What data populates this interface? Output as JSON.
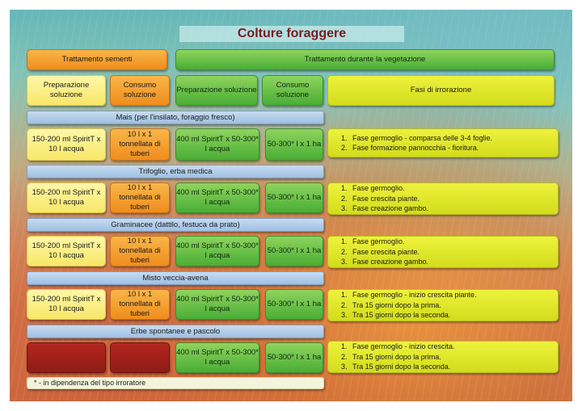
{
  "title": "Colture foraggere",
  "headers": {
    "seed_treatment": "Trattamento sementi",
    "vegetation_treatment": "Trattamento durante la vegetazione",
    "prep_solution_1": "Preparazione soluzione",
    "consumption_1": "Consumo soluzione",
    "prep_solution_2": "Preparazione soluzione",
    "consumption_2": "Consumo soluzione",
    "phases": "Fasi di irrorazione"
  },
  "sections": [
    {
      "name": "Mais (per l'insilato, foraggio fresco)",
      "seed_prep": "150-200 ml SpiritT x 10 l acqua",
      "seed_consumption": "10 l x 1 tonnellata di tuberi",
      "veg_prep": "400 ml SpiritT x 50-300* l acqua",
      "veg_consumption": "50-300* l x 1 ha",
      "phases": [
        "Fase germoglio - comparsa delle 3-4 foglie.",
        "Fase formazione pannocchia - fioritura."
      ]
    },
    {
      "name": "Trifoglio, erba medica",
      "seed_prep": "150-200 ml SpiritT x 10 l acqua",
      "seed_consumption": "10 l x 1 tonnellata di tuberi",
      "veg_prep": "400 ml SpiritT x 50-300* l acqua",
      "veg_consumption": "50-300* l x 1 ha",
      "phases": [
        "Fase germoglio.",
        "Fase crescita piante.",
        "Fase creazione gambo."
      ]
    },
    {
      "name": "Graminacee (dattilo, festuca da prato)",
      "seed_prep": "150-200 ml SpiritT x 10 l acqua",
      "seed_consumption": "10 l x 1 tonnellata di tuberi",
      "veg_prep": "400 ml SpiritT x 50-300* l acqua",
      "veg_consumption": "50-300* l x 1 ha",
      "phases": [
        "Fase germoglio.",
        "Fase crescita piante.",
        "Fase creazione gambo."
      ]
    },
    {
      "name": "Misto veccia-avena",
      "seed_prep": "150-200 ml SpiritT x 10 l acqua",
      "seed_consumption": "10 l x 1 tonnellata di tuberi",
      "veg_prep": "400 ml SpiritT x 50-300* l acqua",
      "veg_consumption": "50-300* l x 1 ha",
      "phases": [
        "Fase germoglio - inizio crescita piante.",
        "Tra 15 giorni dopo la prima.",
        "Tra 15 giorni dopo la seconda."
      ]
    },
    {
      "name": "Erbe spontanee e pascolo",
      "seed_prep": "",
      "seed_consumption": "",
      "veg_prep": "400 ml SpiritT x 50-300* l acqua",
      "veg_consumption": "50-300* l x 1 ha",
      "phases": [
        "Fase germoglio - inizio crescita.",
        "Tra 15 giorni dopo la prima.",
        "Tra 15 giorni dopo la seconda."
      ]
    }
  ],
  "footnote": "* - in dipendenza del tipo irroratore"
}
